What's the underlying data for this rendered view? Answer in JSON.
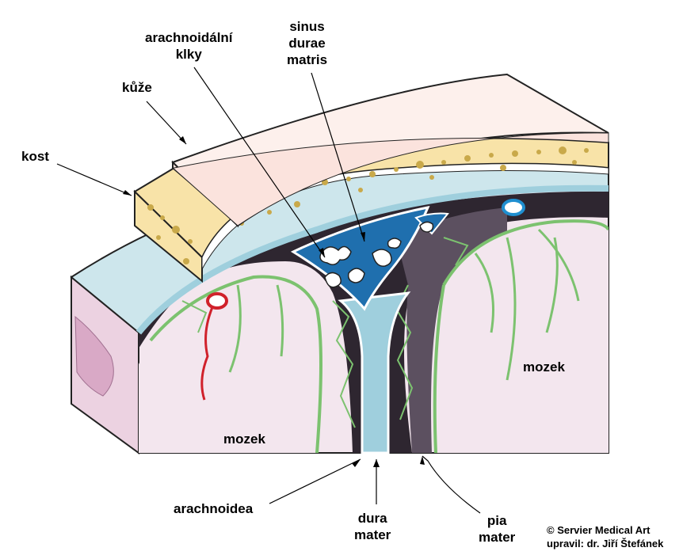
{
  "labels": {
    "arachnoid_villi": [
      "arachnoidální",
      "klky"
    ],
    "sinus": [
      "sinus",
      "durae",
      "matris"
    ],
    "skin": "kůže",
    "bone": "kost",
    "brain_right": "mozek",
    "brain_left": "mozek",
    "arachnoidea": "arachnoidea",
    "dura_mater": [
      "dura",
      "mater"
    ],
    "pia_mater": [
      "pia",
      "mater"
    ]
  },
  "credit": [
    "© Servier Medical Art",
    "upravil: dr. Jiří Štefánek"
  ],
  "colors": {
    "skin": "#fbe3dd",
    "bone": "#f8e3a8",
    "bone_pore": "#c9a94a",
    "dura": "#9fcfdd",
    "sinus_blood": "#1f6fae",
    "subarachnoid": "#2e2630",
    "pia": "#7cc26f",
    "brain": "#f3e6ee",
    "brain_side": "#e8c3d6",
    "artery": "#d0212b"
  }
}
